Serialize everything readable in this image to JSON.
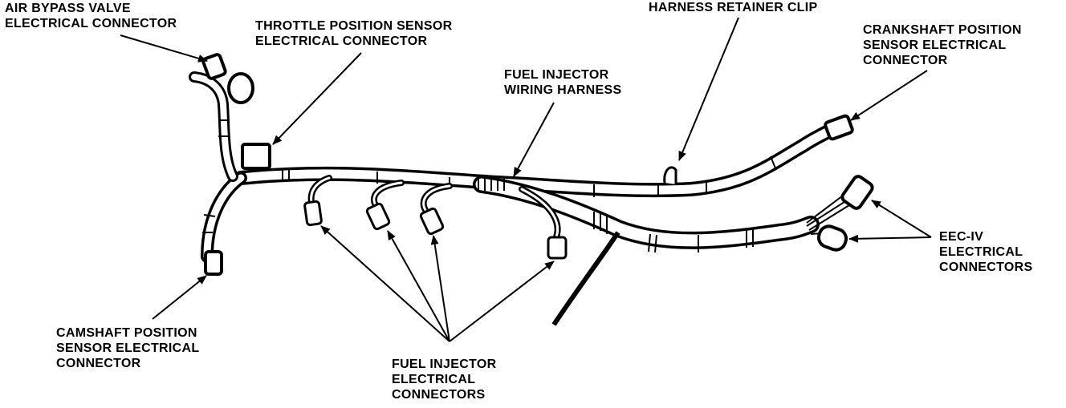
{
  "labels": {
    "air_bypass": [
      "AIR BYPASS VALVE",
      "ELECTRICAL CONNECTOR"
    ],
    "throttle": [
      "THROTTLE POSITION SENSOR",
      "ELECTRICAL CONNECTOR"
    ],
    "retainer": [
      "HARNESS RETAINER CLIP"
    ],
    "crankshaft": [
      "CRANKSHAFT POSITION",
      "SENSOR ELECTRICAL",
      "CONNECTOR"
    ],
    "fuel_harness": [
      "FUEL INJECTOR",
      "WIRING HARNESS"
    ],
    "eec": [
      "EEC-IV",
      "ELECTRICAL",
      "CONNECTORS"
    ],
    "camshaft": [
      "CAMSHAFT POSITION",
      "SENSOR ELECTRICAL",
      "CONNECTOR"
    ],
    "injector_conn": [
      "FUEL INJECTOR",
      "ELECTRICAL",
      "CONNECTORS"
    ]
  }
}
